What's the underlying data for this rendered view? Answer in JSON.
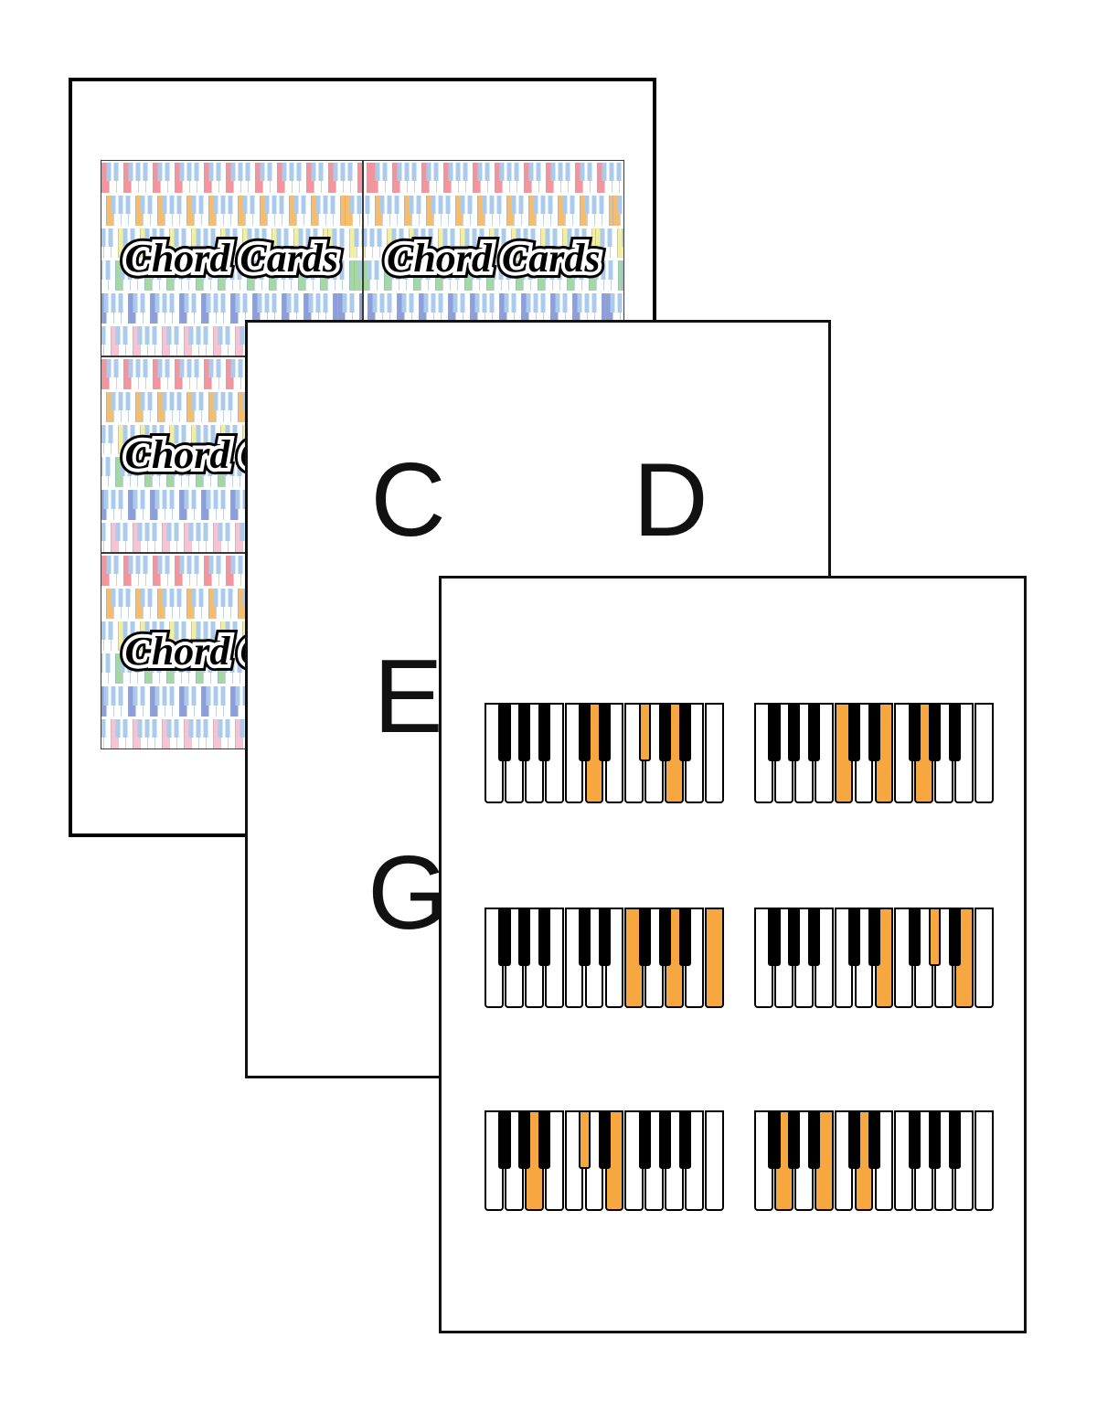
{
  "back_page": {
    "card_title": "Chord Cards",
    "grid": {
      "rows": 3,
      "cols": 2
    },
    "stripe_accent_colors": [
      "#f1959f",
      "#f8bd6b",
      "#f3ef9e",
      "#a5d7a0",
      "#8f9ed8",
      "#f6c3d3"
    ],
    "stripe_black_key_color": "#aacbec",
    "stripe_offsets": [
      0,
      -19,
      -38,
      -9,
      -27,
      -46
    ]
  },
  "middle_page": {
    "letters": [
      {
        "label": "C",
        "row": 0,
        "col": 0
      },
      {
        "label": "D",
        "row": 0,
        "col": 1
      },
      {
        "label": "E",
        "row": 1,
        "col": 0
      },
      {
        "label": "G",
        "row": 2,
        "col": 0
      }
    ]
  },
  "front_page": {
    "highlight_color": "#f6a740",
    "keyboard_layout": {
      "white_key_count": 12,
      "first_white_note": "F",
      "black_key_after_whites": [
        1,
        2,
        3,
        5,
        6,
        8,
        9,
        10
      ]
    },
    "keyboards": [
      {
        "grid_position": "top-left",
        "chord": "D major",
        "notes": "D F# A",
        "highlight_whites": [
          6,
          10
        ],
        "highlight_blacks": [
          8
        ]
      },
      {
        "grid_position": "top-right",
        "chord": "C major",
        "notes": "C E G",
        "highlight_whites": [
          5,
          7,
          9
        ],
        "highlight_blacks": []
      },
      {
        "grid_position": "middle-left",
        "chord": "F major",
        "notes": "F A C",
        "highlight_whites": [
          8,
          10,
          12
        ],
        "highlight_blacks": []
      },
      {
        "grid_position": "middle-right",
        "chord": "E major",
        "notes": "E G# B",
        "highlight_whites": [
          7,
          11
        ],
        "highlight_blacks": [
          9
        ]
      },
      {
        "grid_position": "bottom-left",
        "chord": "A major",
        "notes": "A C# E",
        "highlight_whites": [
          3,
          7
        ],
        "highlight_blacks": [
          5
        ]
      },
      {
        "grid_position": "bottom-right",
        "chord": "G major",
        "notes": "G B D",
        "highlight_whites": [
          2,
          4,
          6
        ],
        "highlight_blacks": []
      }
    ]
  }
}
